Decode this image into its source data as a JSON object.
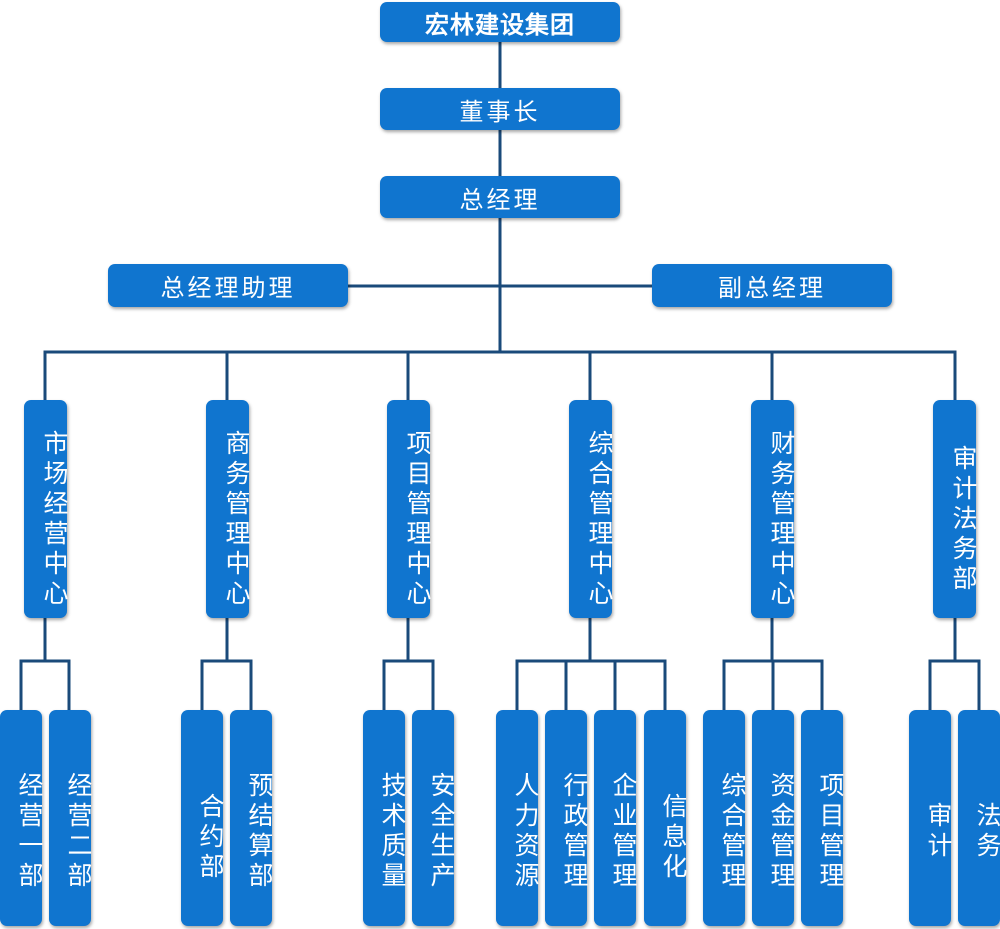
{
  "nodes": {
    "group": "宏林建设集团",
    "chairman": "董事长",
    "gm": "总经理",
    "gm_assistant": "总经理助理",
    "deputy_gm": "副总经理",
    "centers": [
      {
        "label": "市场经营中心",
        "children": [
          "经营一部",
          "经营二部"
        ]
      },
      {
        "label": "商务管理中心",
        "children": [
          "合约部",
          "预结算部"
        ]
      },
      {
        "label": "项目管理中心",
        "children": [
          "技术质量",
          "安全生产"
        ]
      },
      {
        "label": "综合管理中心",
        "children": [
          "人力资源",
          "行政管理",
          "企业管理",
          "信息化"
        ]
      },
      {
        "label": "财务管理中心",
        "children": [
          "综合管理",
          "资金管理",
          "项目管理"
        ]
      },
      {
        "label": "审计法务部",
        "children": [
          "审计",
          "法务"
        ]
      }
    ]
  },
  "colors": {
    "box": "#1075cf",
    "line": "#1a4a7a",
    "text": "#ffffff"
  }
}
